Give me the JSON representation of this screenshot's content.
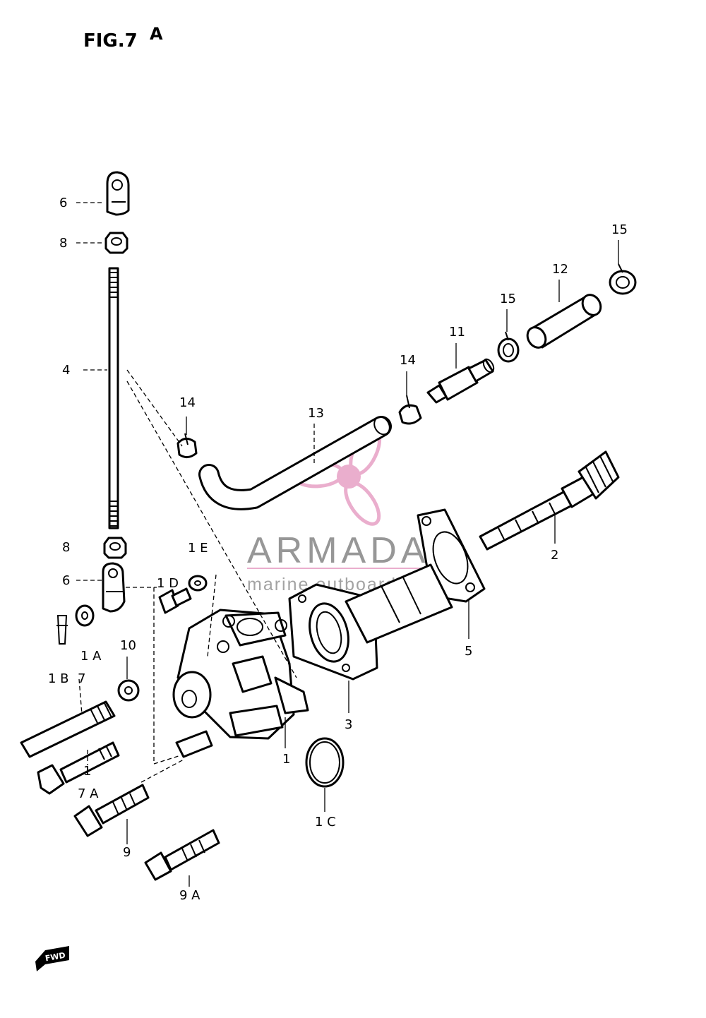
{
  "figure": {
    "title": "FIG.7",
    "variant": "A"
  },
  "watermark": {
    "brand": "ARMADA",
    "tagline": "marine outboards",
    "logo_icon": "propeller-icon",
    "accent_color": "#e8a6c8"
  },
  "fwd_marker": {
    "label": "FWD",
    "icon": "arrow-left-icon"
  },
  "callouts": [
    {
      "id": "6_top",
      "label": "6"
    },
    {
      "id": "8_top",
      "label": "8"
    },
    {
      "id": "4",
      "label": "4"
    },
    {
      "id": "14_left",
      "label": "14"
    },
    {
      "id": "13",
      "label": "13"
    },
    {
      "id": "14_right",
      "label": "14"
    },
    {
      "id": "11",
      "label": "11"
    },
    {
      "id": "15_mid",
      "label": "15"
    },
    {
      "id": "12",
      "label": "12"
    },
    {
      "id": "15_top",
      "label": "15"
    },
    {
      "id": "2",
      "label": "2"
    },
    {
      "id": "8_bottom",
      "label": "8"
    },
    {
      "id": "6_bottom",
      "label": "6"
    },
    {
      "id": "1D",
      "label": "1 D"
    },
    {
      "id": "1E",
      "label": "1 E"
    },
    {
      "id": "5",
      "label": "5"
    },
    {
      "id": "1A",
      "label": "1 A"
    },
    {
      "id": "10",
      "label": "10"
    },
    {
      "id": "1B",
      "label": "1 B"
    },
    {
      "id": "7",
      "label": "7"
    },
    {
      "id": "3",
      "label": "3"
    },
    {
      "id": "1",
      "label": "1"
    },
    {
      "id": "7_left",
      "label": "1"
    },
    {
      "id": "7A",
      "label": "7 A"
    },
    {
      "id": "1C",
      "label": "1 C"
    },
    {
      "id": "9",
      "label": "9"
    },
    {
      "id": "9A",
      "label": "9 A"
    }
  ]
}
